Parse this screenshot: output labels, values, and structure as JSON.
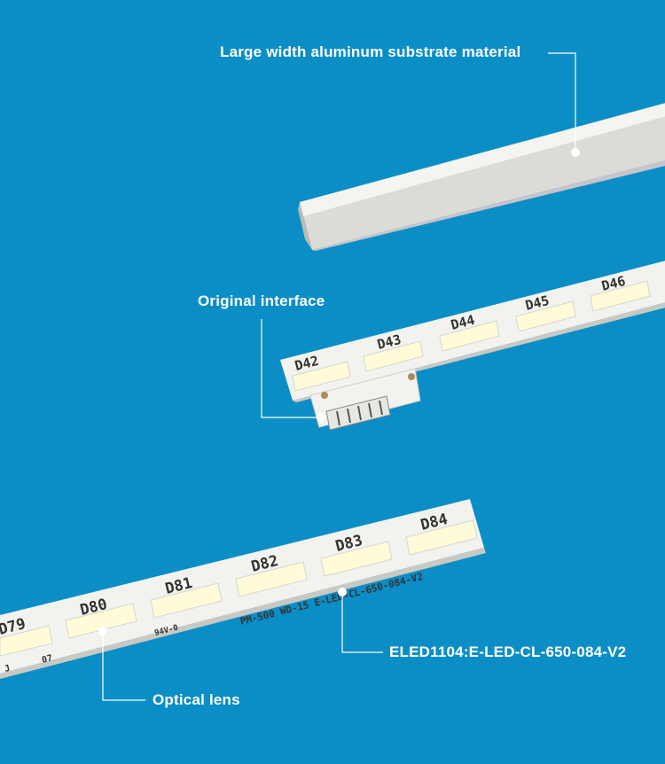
{
  "colors": {
    "background": "#0b8ec5",
    "strip": "#f2f2ee",
    "led": "#fffbd9",
    "callout": "#ffffff"
  },
  "callouts": {
    "substrate": "Large width aluminum substrate material",
    "interface": "Original interface",
    "model": "ELED1104:E-LED-CL-650-084-V2",
    "lens": "Optical lens"
  },
  "strip_top": {
    "led_labels": [
      "D42",
      "D43",
      "D44",
      "D45",
      "D46"
    ]
  },
  "strip_bottom": {
    "led_labels": [
      "D79",
      "D80",
      "D81",
      "D82",
      "D83",
      "D84"
    ],
    "print_text": "PM-500  WD-15  E-LED-CL-650-084-V2",
    "small_marks": [
      "94V-0",
      "J",
      "07"
    ]
  }
}
